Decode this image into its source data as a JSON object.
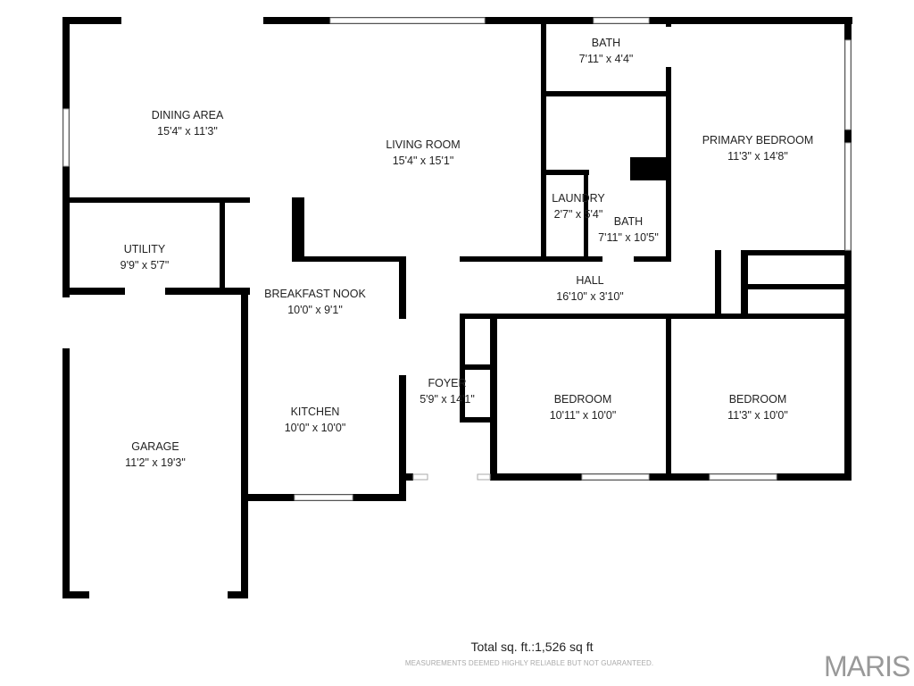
{
  "rooms": [
    {
      "name": "DINING AREA",
      "dims": "15'4\" x 11'3\""
    },
    {
      "name": "LIVING ROOM",
      "dims": "15'4\" x 15'1\""
    },
    {
      "name": "BATH",
      "dims": "7'11\" x 4'4\""
    },
    {
      "name": "PRIMARY BEDROOM",
      "dims": "11'3\" x 14'8\""
    },
    {
      "name": "LAUNDRY",
      "dims": "2'7\" x 5'4\""
    },
    {
      "name": "BATH",
      "dims": "7'11\" x 10'5\""
    },
    {
      "name": "UTILITY",
      "dims": "9'9\" x 5'7\""
    },
    {
      "name": "HALL",
      "dims": "16'10\" x 3'10\""
    },
    {
      "name": "BREAKFAST NOOK",
      "dims": "10'0\" x 9'1\""
    },
    {
      "name": "FOYER",
      "dims": "5'9\" x 14'1\""
    },
    {
      "name": "BEDROOM",
      "dims": "10'11\" x 10'0\""
    },
    {
      "name": "BEDROOM",
      "dims": "11'3\" x 10'0\""
    },
    {
      "name": "KITCHEN",
      "dims": "10'0\" x 10'0\""
    },
    {
      "name": "GARAGE",
      "dims": "11'2\" x 19'3\""
    }
  ],
  "footer": {
    "total": "Total sq. ft.:1,526 sq ft",
    "disclaimer": "MEASUREMENTS DEEMED HIGHLY RELIABLE BUT NOT GUARANTEED.",
    "logo": "MARIS"
  },
  "colors": {
    "wall": "#000000",
    "window": "#cccccc"
  }
}
